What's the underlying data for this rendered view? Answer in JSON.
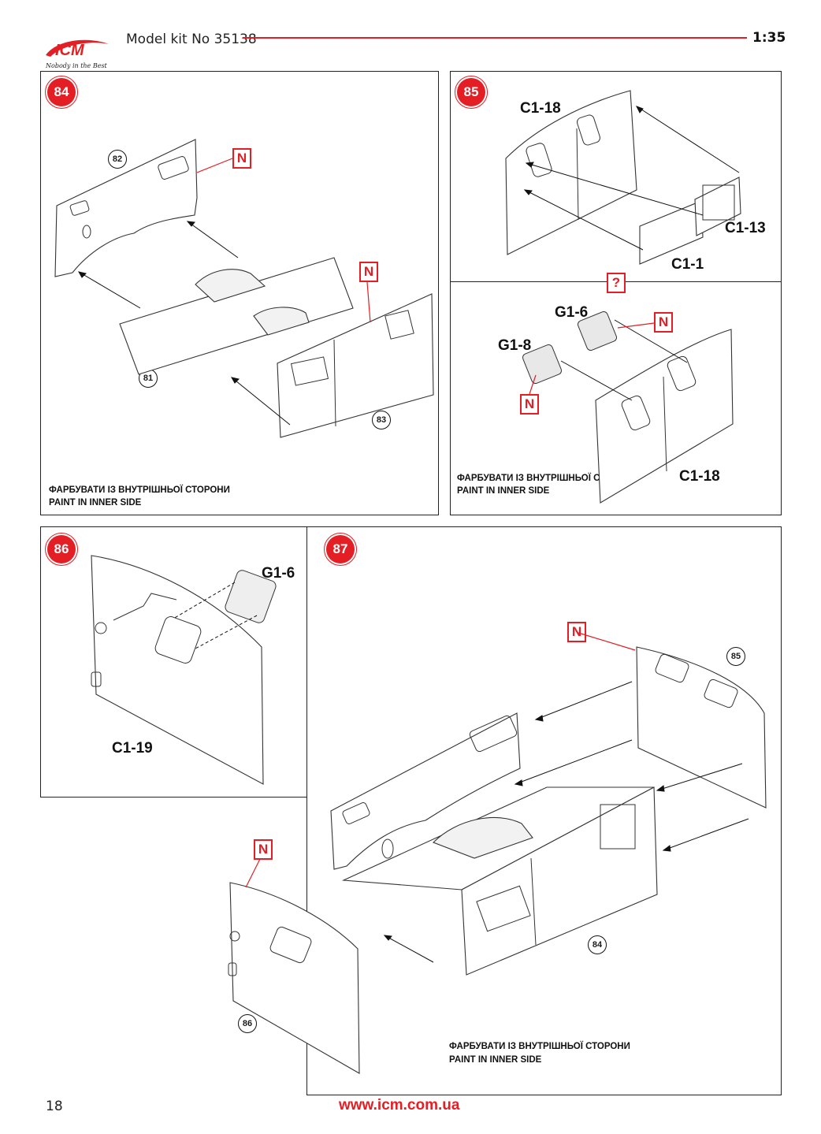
{
  "header": {
    "brand": "ICM",
    "tagline": "Nobody in the Best",
    "title": "Model kit No 35138",
    "scale": "1:35"
  },
  "colors": {
    "accent": "#e31e24",
    "ink": "#1a1a1a"
  },
  "steps": [
    {
      "number": "84",
      "parts": [],
      "refs": [
        "82",
        "81",
        "83"
      ],
      "tags": [
        "N",
        "N"
      ],
      "note_ua": "ФАРБУВАТИ ІЗ ВНУТРІШНЬОЇ СТОРОНИ",
      "note_en": "PAINT IN INNER SIDE"
    },
    {
      "number": "85",
      "parts": [
        "C1-18",
        "C1-13",
        "C1-1"
      ]
    },
    {
      "number": "",
      "option_tag": "?",
      "parts": [
        "G1-6",
        "G1-8",
        "C1-18"
      ],
      "tags": [
        "N",
        "N"
      ],
      "note_ua": "ФАРБУВАТИ ІЗ ВНУТРІШНЬОЇ СТОРОНИ",
      "note_en": "PAINT IN INNER SIDE"
    },
    {
      "number": "86",
      "parts": [
        "G1-6",
        "C1-19"
      ]
    },
    {
      "number": "87",
      "refs": [
        "85",
        "84",
        "86"
      ],
      "tags": [
        "N",
        "N"
      ],
      "note_ua": "ФАРБУВАТИ ІЗ ВНУТРІШНЬОЇ СТОРОНИ",
      "note_en": "PAINT IN INNER SIDE"
    }
  ],
  "footer": {
    "page_number": "18",
    "url": "www.icm.com.ua"
  }
}
